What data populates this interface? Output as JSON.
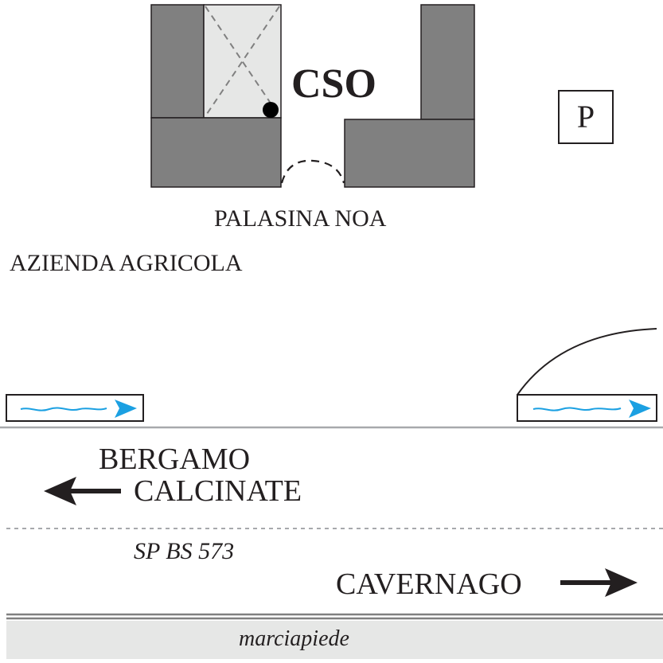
{
  "map": {
    "labels": {
      "cso": "CSO",
      "parking": "P",
      "building": "PALASINA NOA",
      "farm": "AZIENDA AGRICOLA",
      "dest_left_1": "BERGAMO",
      "dest_left_2": "CALCINATE",
      "road": "SP BS 573",
      "dest_right": "CAVERNAGO",
      "sidewalk": "marciapiede"
    },
    "icons": {
      "cso_marker": "black-dot-icon",
      "parking": "parking-sign-icon",
      "direction_left": "arrow-left-icon",
      "direction_right": "arrow-right-icon",
      "drain_flow": "water-flow-arrow-icon",
      "door": "door-swing-icon"
    },
    "colors": {
      "wall": "#808080",
      "room_fill": "#e6e7e6",
      "line": "#231f20",
      "water": "#1ba0e2",
      "road_edge": "#a7a9ac",
      "sidewalk": "#e6e7e6"
    }
  }
}
